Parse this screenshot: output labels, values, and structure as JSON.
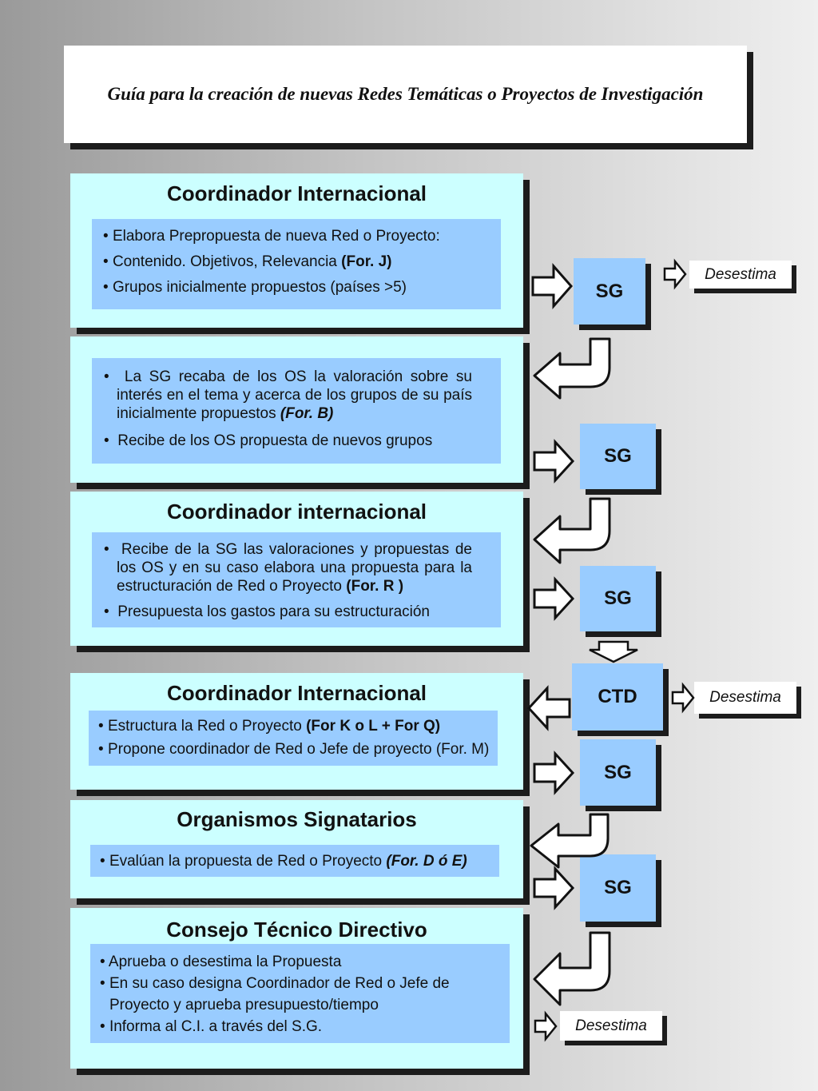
{
  "title": "Guía para la creación de nuevas Redes Temáticas o Proyectos de Investigación",
  "panels": [
    {
      "heading": "Coordinador Internacional",
      "items": [
        {
          "text": "Elabora Prepropuesta de nueva Red o Proyecto:",
          "ref": ""
        },
        {
          "text": "Contenido. Objetivos, Relevancia ",
          "ref": "(For. J)"
        },
        {
          "text": "Grupos inicialmente propuestos (países >5)",
          "ref": ""
        }
      ]
    },
    {
      "heading": "",
      "items": [
        {
          "text": "La SG recaba de los OS la valoración sobre su interés en el tema y acerca de los grupos de su país inicialmente propuestos ",
          "ref": "(For. B)"
        },
        {
          "text": "Recibe de los OS propuesta de nuevos grupos",
          "ref": ""
        }
      ]
    },
    {
      "heading": "Coordinador internacional",
      "items": [
        {
          "text": "Recibe de la SG las valoraciones y propuestas de los OS y en su caso elabora una propuesta para la estructuración de Red o Proyecto ",
          "ref": "(For. R )"
        },
        {
          "text": "Presupuesta los gastos para su estructuración",
          "ref": ""
        }
      ]
    },
    {
      "heading": "Coordinador Internacional",
      "items": [
        {
          "text": "Estructura la Red o Proyecto ",
          "ref": "(For K o L + For Q)"
        },
        {
          "text": "Propone coordinador de Red o Jefe de proyecto (For. M)",
          "ref": ""
        }
      ]
    },
    {
      "heading": "Organismos Signatarios",
      "items": [
        {
          "text": "Evalúan la propuesta de Red o Proyecto ",
          "ref": "(For. D ó E)"
        }
      ]
    },
    {
      "heading": "Consejo Técnico Directivo",
      "items": [
        {
          "text": "Aprueba o desestima la Propuesta",
          "ref": ""
        },
        {
          "text": "En su caso designa Coordinador de Red o Jefe de Proyecto y aprueba presupuesto/tiempo",
          "ref": ""
        },
        {
          "text": "Informa al C.I. a través del S.G.",
          "ref": ""
        }
      ]
    }
  ],
  "nodes": [
    "SG",
    "SG",
    "SG",
    "CTD",
    "SG",
    "SG"
  ],
  "outcomes": [
    "Desestima",
    "Desestima",
    "Desestima"
  ],
  "bullet": "•",
  "colors": {
    "panel_fill": "#ccffff",
    "inner_fill": "#99ccff",
    "node_fill": "#99ccff",
    "shadow": "#1c1c1c"
  }
}
